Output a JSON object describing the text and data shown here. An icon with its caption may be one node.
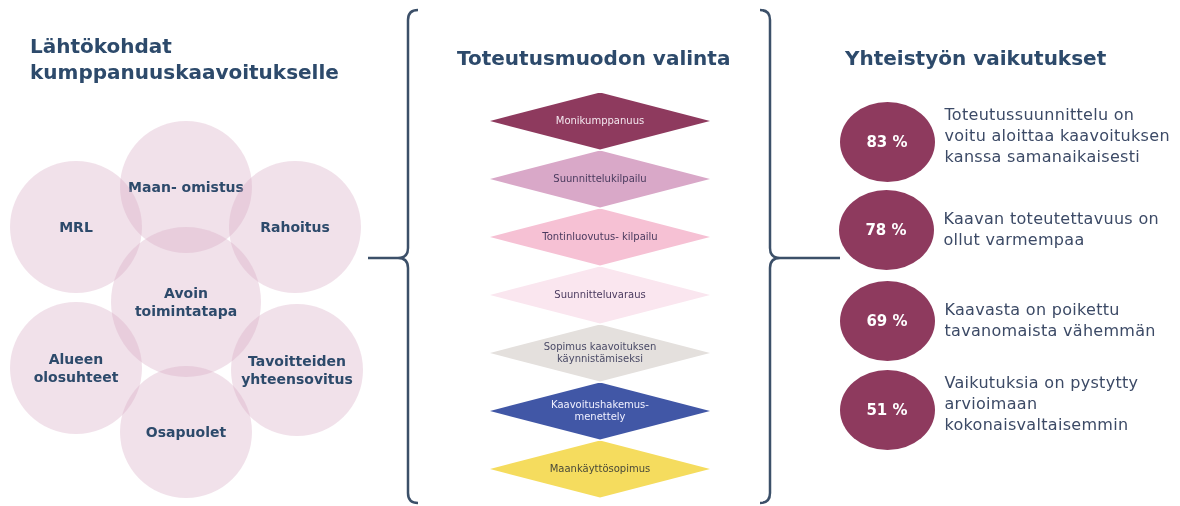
{
  "diagram": {
    "nodes": [
      {
        "text": [
          "Maan- omistus"
        ]
      },
      {
        "text": [
          "MRL"
        ]
      },
      {
        "text": [
          "Rahoitus"
        ]
      },
      {
        "text": [
          "Avoin toimintatapa"
        ]
      },
      {
        "text": [
          "Alueen olosuhteet"
        ]
      },
      {
        "text": [
          "Tavoitteiden yhteensovitus"
        ]
      },
      {
        "text": [
          "Osapuolet"
        ]
      },
      {
        "text": [
          "Monikumppanuus"
        ]
      },
      {
        "text": [
          "Suunnittelukilpailu"
        ]
      },
      {
        "text": [
          "Tontinluovutus- kilpailu"
        ]
      },
      {
        "text": [
          "Suunnitteluvaraus"
        ]
      },
      {
        "text": [
          "Sopimus kaavoituksen käynnistämiseksi"
        ]
      },
      {
        "text": [
          "Kaavoitushakemus- menettely"
        ]
      },
      {
        "text": [
          "Maankäyttösopimus"
        ]
      },
      {
        "text": [
          "83 %"
        ],
        "beside": [
          "Toteutussuunnittelu on voitu aloittaa kaavoituksen kanssa samanaikaisesti"
        ]
      },
      {
        "text": [
          "78 %"
        ],
        "beside": [
          "Kaavan toteutettavuus on ollut varmempaa"
        ]
      },
      {
        "text": [
          "69 %"
        ],
        "beside": [
          "Kaavasta on poikettu tavanomaista vähemmän"
        ]
      },
      {
        "text": [
          "51 %"
        ],
        "beside": [
          "Vaikutuksia on pystytty arvioimaan kokonaisvaltaisemmin"
        ]
      }
    ],
    "labels": [
      "Lähtökohdat kumppanuuskaavoitukselle",
      "Toteutusmuodon valinta",
      "Yhteistyön vaikutukset"
    ]
  }
}
